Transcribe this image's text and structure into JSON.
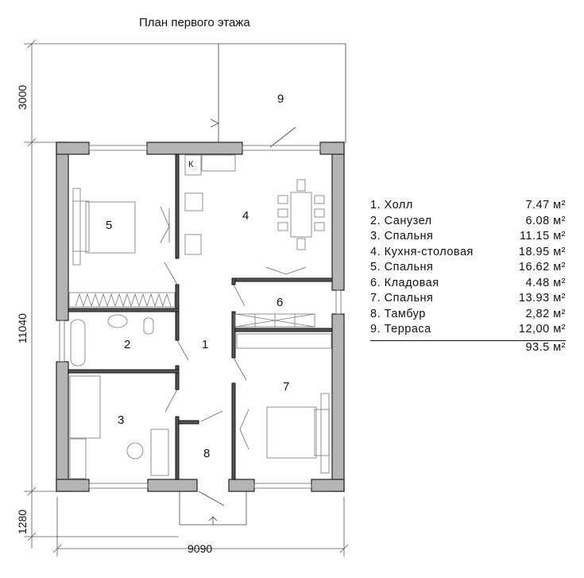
{
  "title": "План первого этажа",
  "dimensions": {
    "top_depth": "3000",
    "height": "11040",
    "bottom_depth": "1280",
    "width": "9090"
  },
  "room_numbers": [
    "1",
    "2",
    "3",
    "4",
    "5",
    "6",
    "7",
    "8",
    "9"
  ],
  "kitchen_label": "К",
  "legend": {
    "rows": [
      {
        "name": "1. Холл",
        "area": "7.47 м²"
      },
      {
        "name": "2. Санузел",
        "area": "6.08 м²"
      },
      {
        "name": "3. Спальня",
        "area": "11.15 м²"
      },
      {
        "name": "4. Кухня-столовая",
        "area": "18.95 м²"
      },
      {
        "name": "5. Спальня",
        "area": "16.62 м²"
      },
      {
        "name": "6. Кладовая",
        "area": "4.48 м²"
      },
      {
        "name": "7. Спальня",
        "area": "13.93 м²"
      },
      {
        "name": "8. Тамбур",
        "area": "2,82 м²"
      },
      {
        "name": "9. Терраса",
        "area": "12,00 м²"
      }
    ],
    "total": "93.5 м²"
  },
  "colors": {
    "wall": "#b4b4b4",
    "line": "#222222"
  }
}
